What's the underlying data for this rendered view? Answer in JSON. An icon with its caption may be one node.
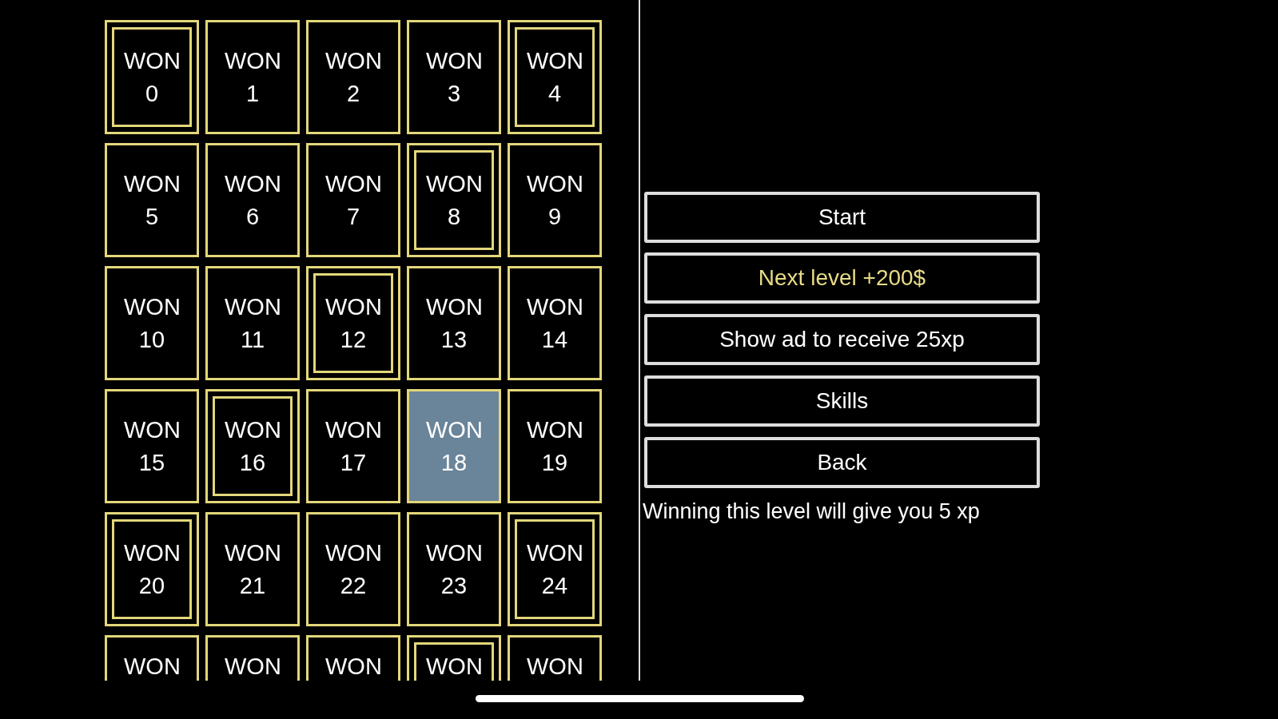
{
  "diagram": {
    "nodes": [
      {
        "text": [
          "WON 0"
        ]
      },
      {
        "text": [
          "WON 1"
        ]
      },
      {
        "text": [
          "WON 2"
        ]
      },
      {
        "text": [
          "WON 3"
        ]
      },
      {
        "text": [
          "WON 4"
        ]
      },
      {
        "text": [
          "WON 5"
        ]
      },
      {
        "text": [
          "WON 6"
        ]
      },
      {
        "text": [
          "WON 7"
        ]
      },
      {
        "text": [
          "WON 8"
        ]
      },
      {
        "text": [
          "WON 9"
        ]
      },
      {
        "text": [
          "WON 10"
        ]
      },
      {
        "text": [
          "WON 11"
        ]
      },
      {
        "text": [
          "WON 12"
        ]
      },
      {
        "text": [
          "WON 13"
        ]
      },
      {
        "text": [
          "WON 14"
        ]
      },
      {
        "text": [
          "WON 15"
        ]
      },
      {
        "text": [
          "WON 16"
        ]
      },
      {
        "text": [
          "WON 17"
        ]
      },
      {
        "text": [
          "WON 18"
        ]
      },
      {
        "text": [
          "WON 19"
        ]
      },
      {
        "text": [
          "WON 20"
        ]
      },
      {
        "text": [
          "WON 21"
        ]
      },
      {
        "text": [
          "WON 22"
        ]
      },
      {
        "text": [
          "WON 23"
        ]
      },
      {
        "text": [
          "WON 24"
        ]
      },
      {
        "text": [
          "WON"
        ]
      },
      {
        "text": [
          "WON"
        ]
      },
      {
        "text": [
          "WON"
        ]
      },
      {
        "text": [
          "WON"
        ]
      },
      {
        "text": [
          "WON"
        ]
      },
      {
        "text": [
          "Start"
        ]
      },
      {
        "text": [
          "Next level +200$"
        ]
      },
      {
        "text": [
          "Show ad to receive 25xp"
        ]
      },
      {
        "text": [
          "Skills"
        ]
      },
      {
        "text": [
          "Back"
        ]
      }
    ],
    "labels": [
      "Winning this level will give you 5 xp"
    ]
  }
}
